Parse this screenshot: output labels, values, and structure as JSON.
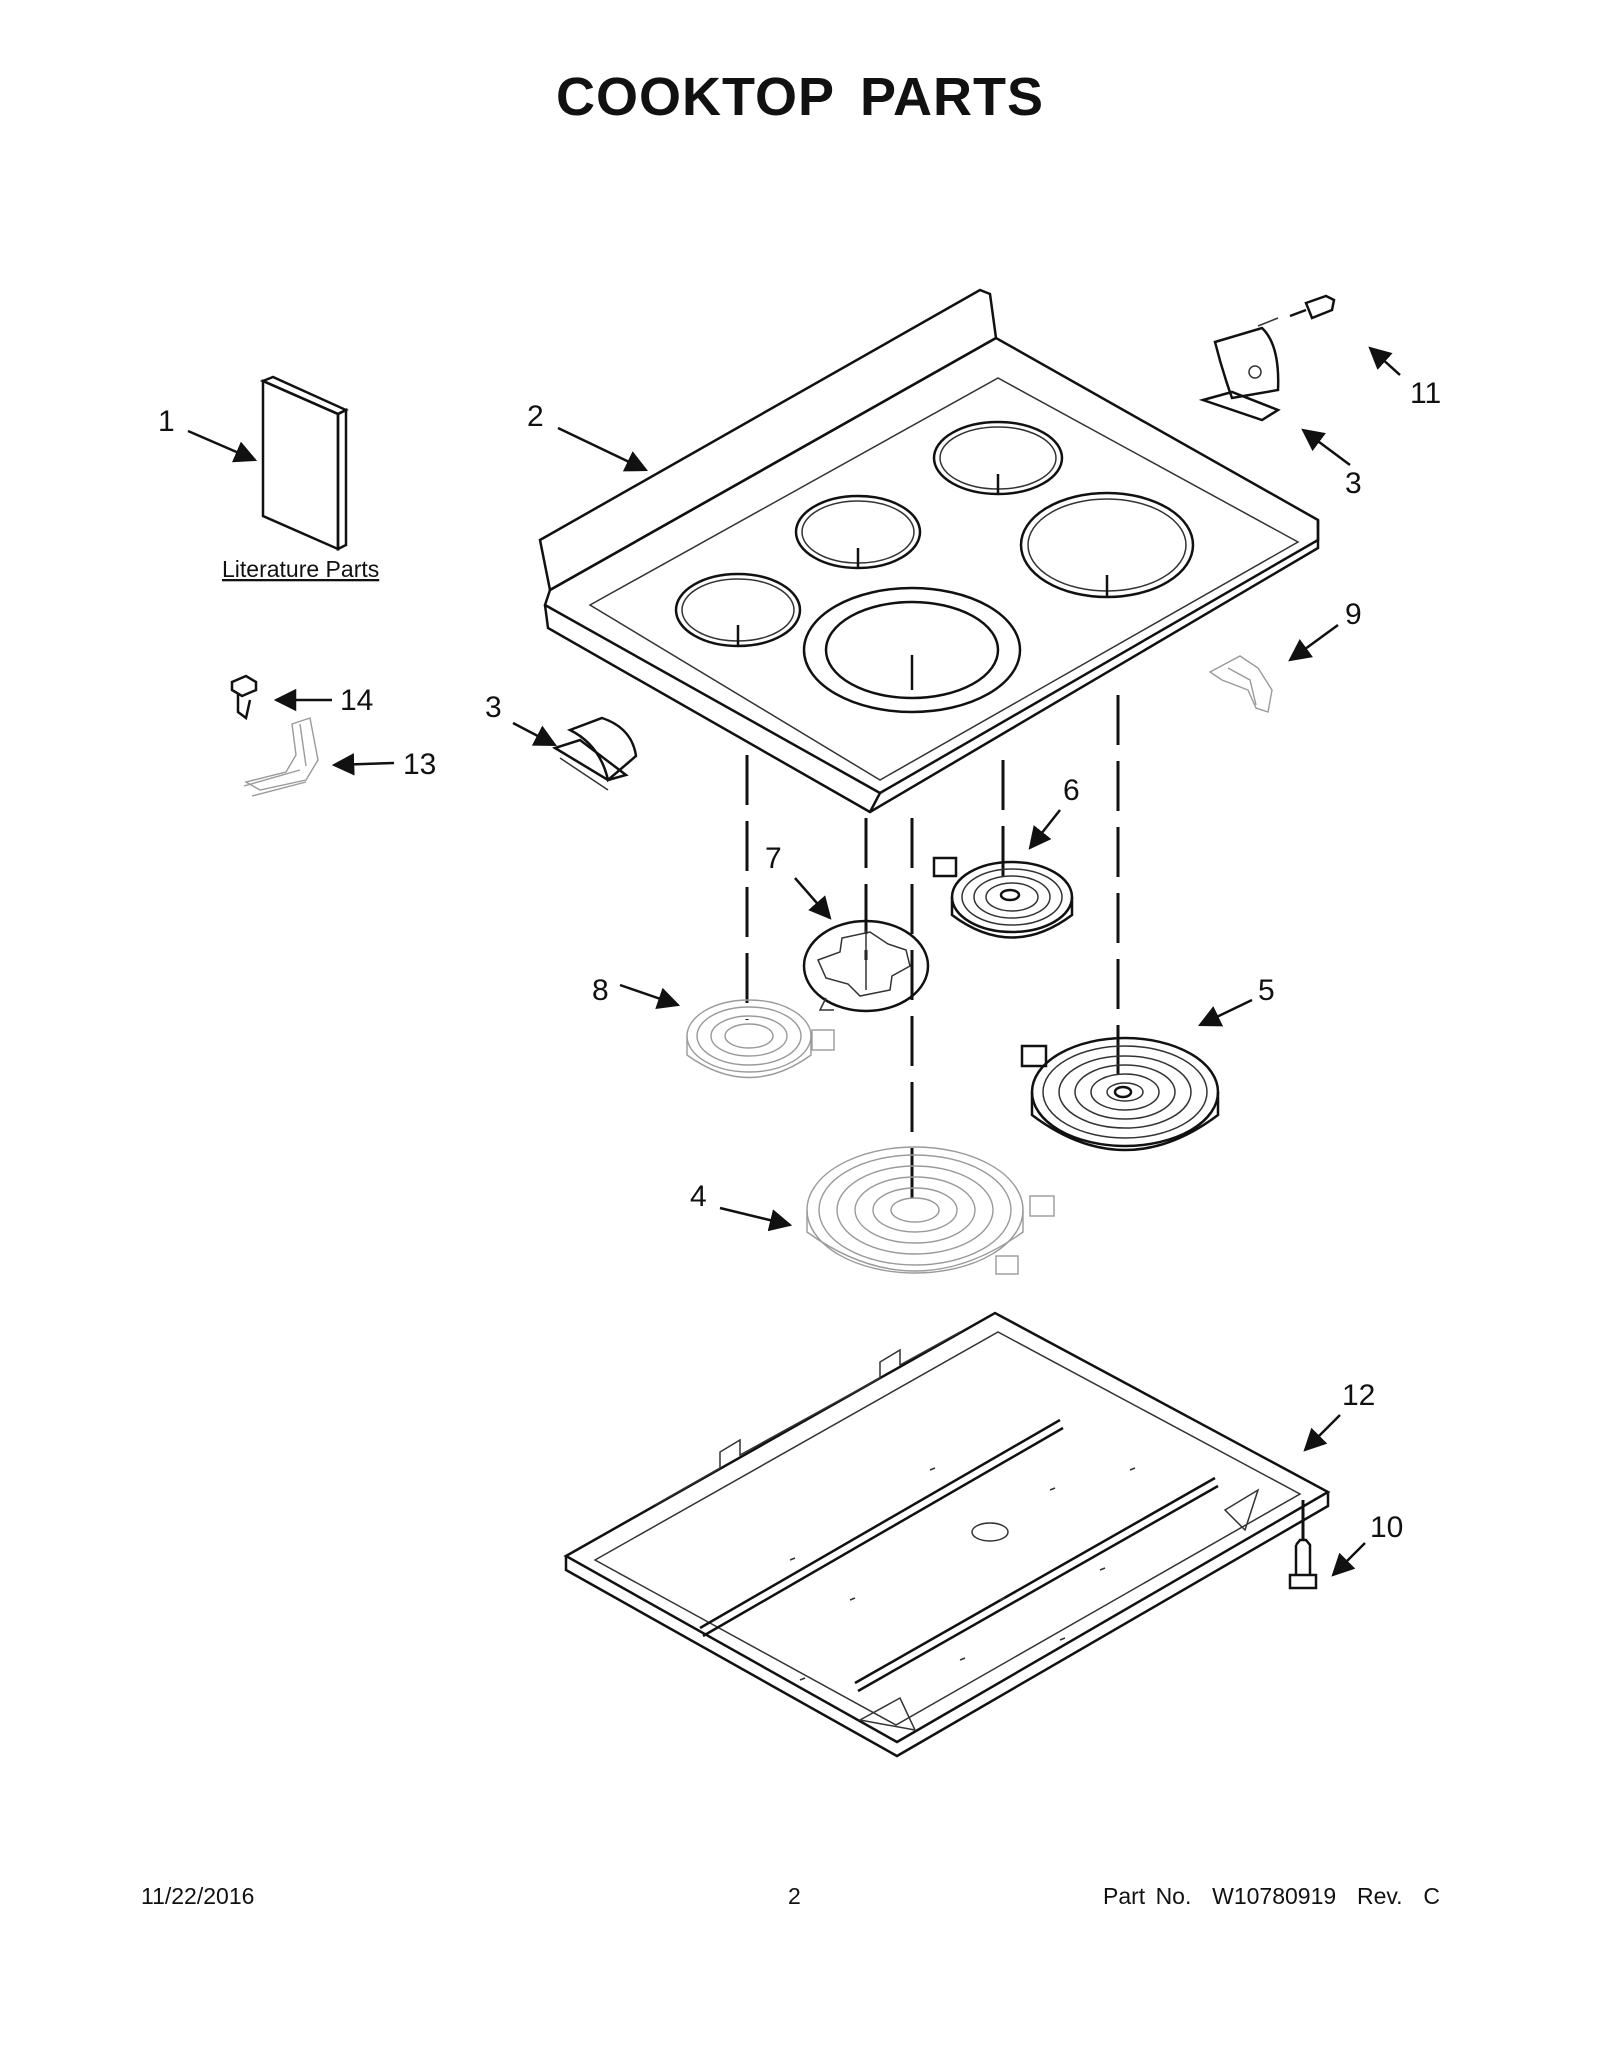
{
  "page": {
    "title": "COOKTOP PARTS",
    "footer": {
      "date": "11/22/2016",
      "page_number": "2",
      "part_number": "Part No.  W10780919  Rev.  C"
    }
  },
  "diagram": {
    "literature_label": "Literature Parts",
    "callouts": {
      "c1": "1",
      "c2": "2",
      "c3a": "3",
      "c3b": "3",
      "c4": "4",
      "c5": "5",
      "c6": "6",
      "c7": "7",
      "c8": "8",
      "c9": "9",
      "c10": "10",
      "c11": "11",
      "c12": "12",
      "c13": "13",
      "c14": "14"
    }
  }
}
